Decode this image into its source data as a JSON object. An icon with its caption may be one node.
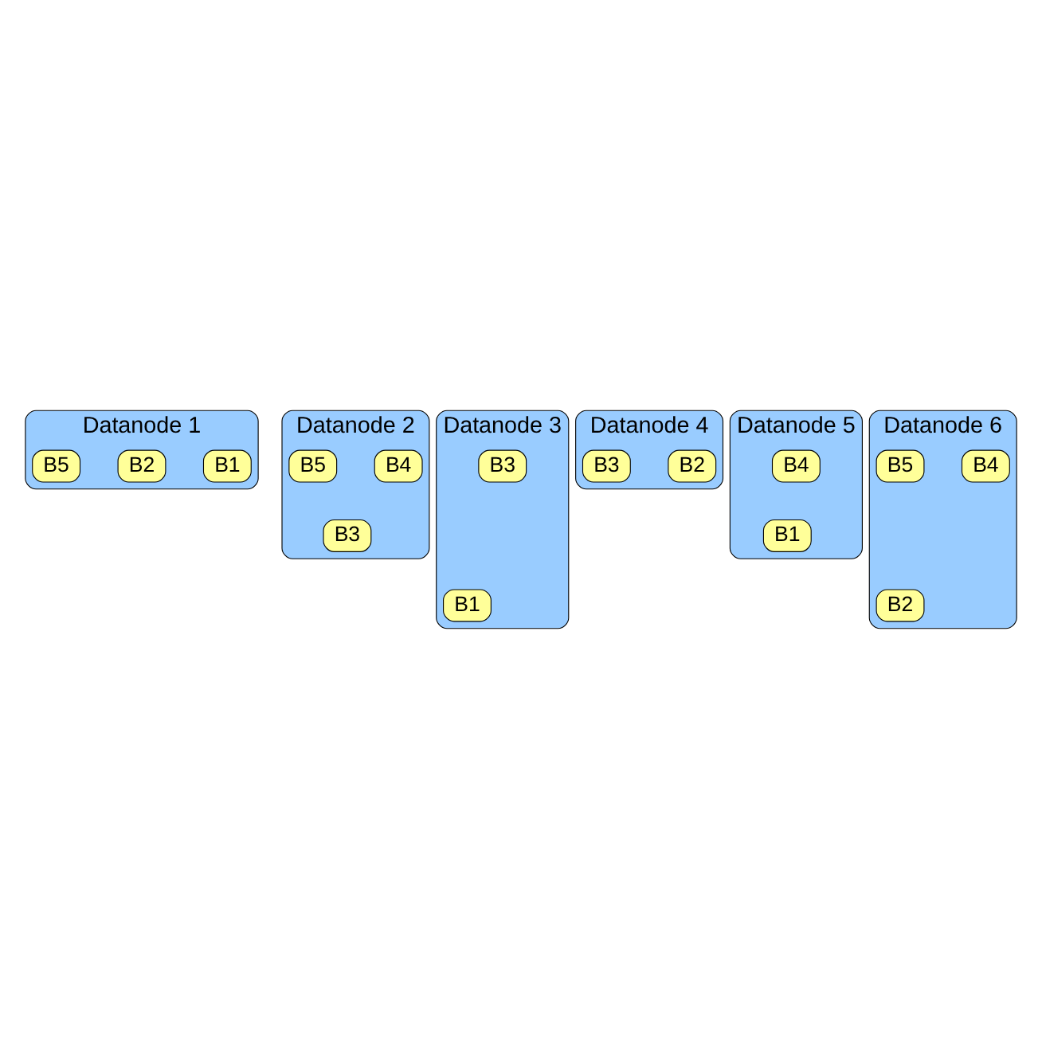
{
  "diagram": {
    "nodes": [
      {
        "text": [
          "Datanode 1"
        ]
      },
      {
        "text": [
          "B1"
        ],
        "in": 0
      },
      {
        "text": [
          "B2"
        ],
        "in": 0
      },
      {
        "text": [
          "B5"
        ],
        "in": 0
      },
      {
        "text": [
          "Datanode 4"
        ]
      },
      {
        "text": [
          "B2"
        ],
        "in": 4
      },
      {
        "text": [
          "B3"
        ],
        "in": 4
      },
      {
        "text": [
          "Datanode 2"
        ]
      },
      {
        "text": [
          "B3"
        ],
        "in": 7
      },
      {
        "text": [
          "B4"
        ],
        "in": 7
      },
      {
        "text": [
          "B5"
        ],
        "in": 7
      },
      {
        "text": [
          "Datanode 5"
        ]
      },
      {
        "text": [
          "B1"
        ],
        "in": 11
      },
      {
        "text": [
          "B4"
        ],
        "in": 11
      },
      {
        "text": [
          "Datanode 3"
        ]
      },
      {
        "text": [
          "B1"
        ],
        "in": 14
      },
      {
        "text": [
          "B3"
        ],
        "in": 14
      },
      {
        "text": [
          "Datanode 6"
        ]
      },
      {
        "text": [
          "B2"
        ],
        "in": 17
      },
      {
        "text": [
          "B4"
        ],
        "in": 17
      },
      {
        "text": [
          "B5"
        ],
        "in": 17
      }
    ]
  }
}
